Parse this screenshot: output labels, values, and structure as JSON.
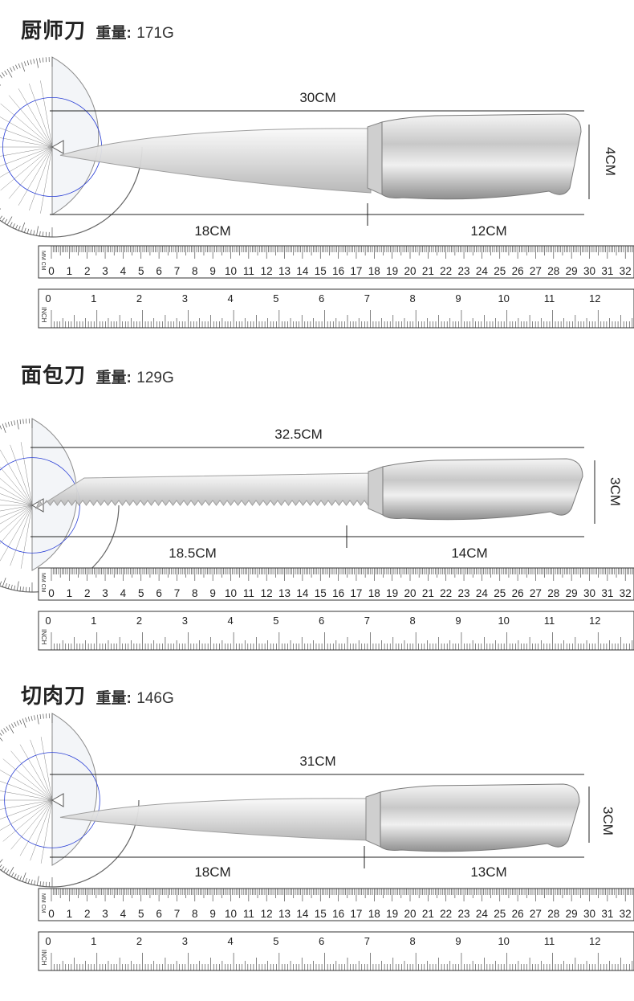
{
  "knives": [
    {
      "name": "厨师刀",
      "weight_label": "重量:",
      "weight_value": "171G",
      "total_length": "30CM",
      "blade_length": "18CM",
      "handle_length": "12CM",
      "width": "4CM",
      "cm_max": 32,
      "inch_max": 12,
      "serrated": false
    },
    {
      "name": "面包刀",
      "weight_label": "重量:",
      "weight_value": "129G",
      "total_length": "32.5CM",
      "blade_length": "18.5CM",
      "handle_length": "14CM",
      "width": "3CM",
      "cm_max": 34,
      "inch_max": 13,
      "serrated": true
    },
    {
      "name": "切肉刀",
      "weight_label": "重量:",
      "weight_value": "146G",
      "total_length": "31CM",
      "blade_length": "18CM",
      "handle_length": "13CM",
      "width": "3CM",
      "cm_max": 33,
      "inch_max": 13,
      "serrated": false
    }
  ],
  "ruler": {
    "cm_unit_label": "MM CM",
    "inch_unit_label": "INCH"
  },
  "colors": {
    "text": "#222222",
    "protractor_blue": "#2a3fd6",
    "steel_light": "#f2f2f2",
    "steel_dark": "#8a8a8a"
  }
}
